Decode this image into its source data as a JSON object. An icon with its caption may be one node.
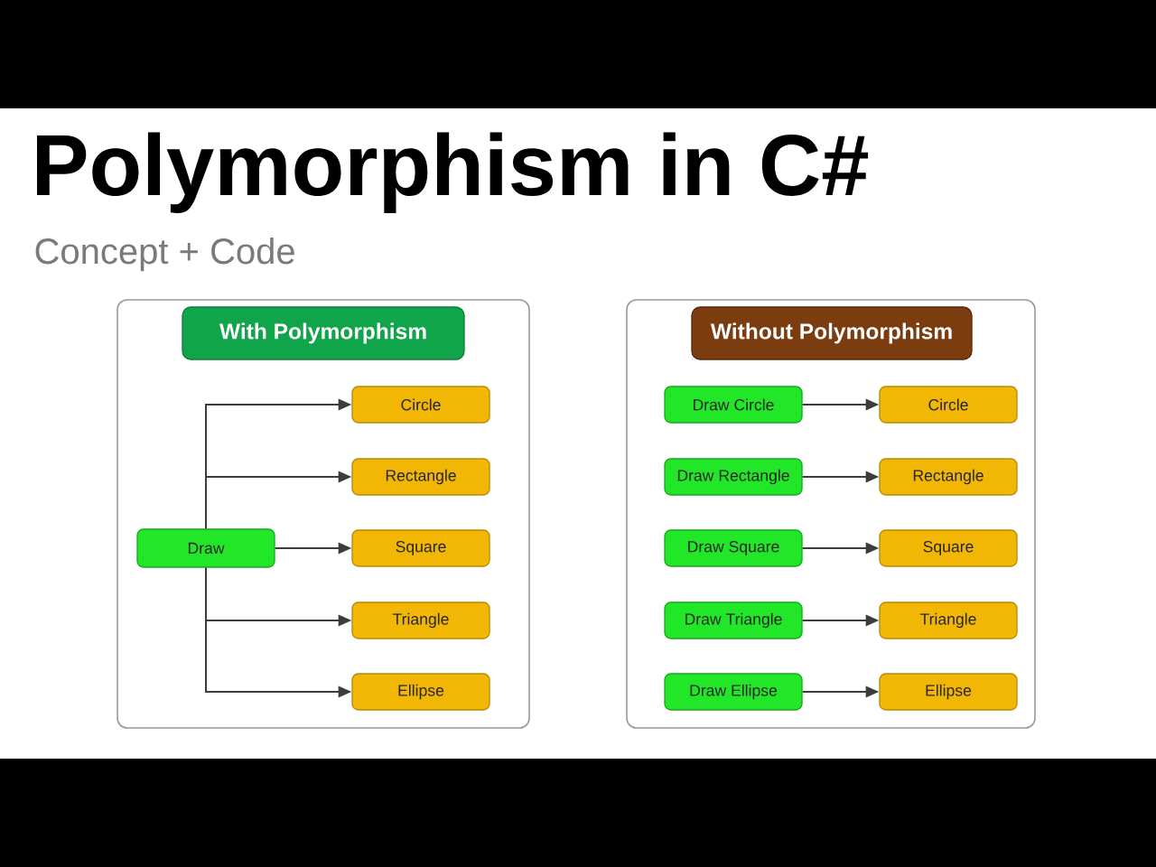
{
  "diagram": {
    "title": "Polymorphism in C#",
    "nodes": [
      {
        "text": [],
        "shape": "box"
      },
      {
        "text": [
          "With Polymorphism"
        ],
        "in": 0
      },
      {
        "text": [
          "Circle"
        ],
        "in": 0
      },
      {
        "text": [
          "Rectangle"
        ],
        "in": 0
      },
      {
        "text": [
          "Draw"
        ],
        "in": 0
      },
      {
        "text": [
          "Square"
        ],
        "in": 0
      },
      {
        "text": [
          "Triangle"
        ],
        "in": 0
      },
      {
        "text": [
          "Ellipse"
        ],
        "in": 0
      },
      {
        "text": [],
        "shape": "box"
      },
      {
        "text": [
          "Without Polymorphism"
        ],
        "in": 8
      },
      {
        "text": [
          "Draw Circle"
        ],
        "in": 8
      },
      {
        "text": [
          "Circle"
        ],
        "in": 8
      },
      {
        "text": [
          "Draw Rectangle"
        ],
        "in": 8
      },
      {
        "text": [
          "Rectangle"
        ],
        "in": 8
      },
      {
        "text": [
          "Draw Square"
        ],
        "in": 8
      },
      {
        "text": [
          "Square"
        ],
        "in": 8
      },
      {
        "text": [
          "Draw Triangle"
        ],
        "in": 8
      },
      {
        "text": [
          "Triangle"
        ],
        "in": 8
      },
      {
        "text": [
          "Draw Ellipse"
        ],
        "in": 8
      },
      {
        "text": [
          "Ellipse"
        ],
        "in": 8
      }
    ],
    "edges": [
      {
        "from": 4,
        "to": 2,
        "arrow": "to"
      },
      {
        "from": 4,
        "to": 3,
        "arrow": "to"
      },
      {
        "from": 4,
        "to": 5,
        "arrow": "to"
      },
      {
        "from": 4,
        "to": 6,
        "arrow": "to"
      },
      {
        "from": 4,
        "to": 7,
        "arrow": "to"
      },
      {
        "from": 10,
        "to": 11,
        "arrow": "to"
      },
      {
        "from": 12,
        "to": 13,
        "arrow": "to"
      },
      {
        "from": 14,
        "to": 15,
        "arrow": "to"
      },
      {
        "from": 16,
        "to": 17,
        "arrow": "to"
      },
      {
        "from": 18,
        "to": 19,
        "arrow": "to"
      }
    ],
    "labels": [
      "Concept + Code"
    ]
  }
}
